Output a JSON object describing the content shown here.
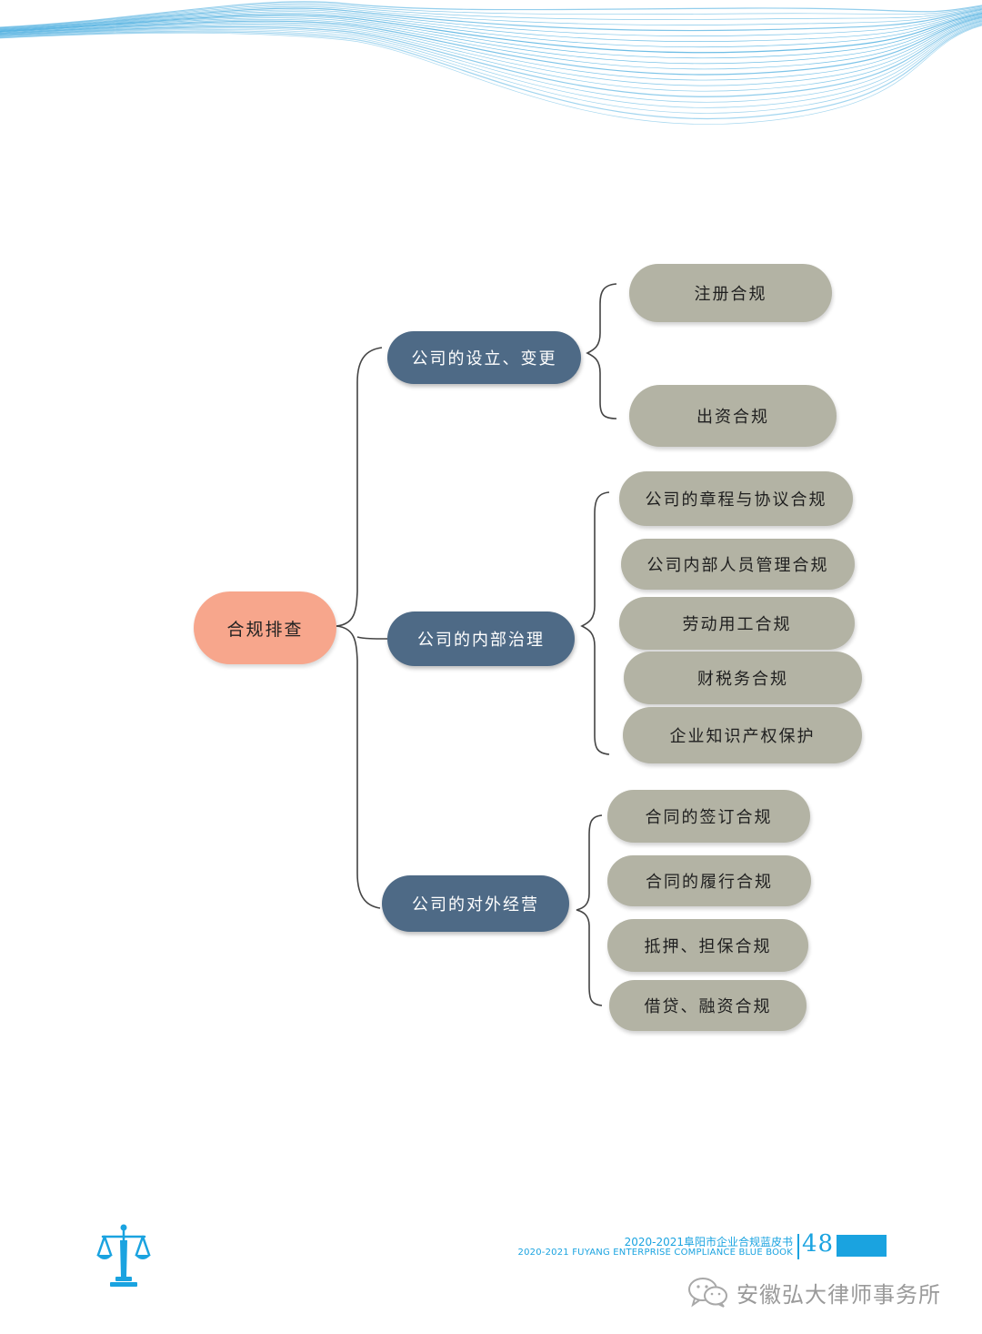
{
  "colors": {
    "root": "#f7a68c",
    "branch": "#4e6a86",
    "leaf": "#b3b3a4",
    "connector": "#444444",
    "accent": "#1aa3e0",
    "wave": "#3aa6dc"
  },
  "diagram": {
    "root": {
      "label": "合规排查"
    },
    "branches": [
      {
        "label": "公司的设立、变更",
        "children": [
          {
            "label": "注册合规"
          },
          {
            "label": "出资合规"
          }
        ]
      },
      {
        "label": "公司的内部治理",
        "children": [
          {
            "label": "公司的章程与协议合规"
          },
          {
            "label": "公司内部人员管理合规"
          },
          {
            "label": "劳动用工合规"
          },
          {
            "label": "财税务合规"
          },
          {
            "label": "企业知识产权保护"
          }
        ]
      },
      {
        "label": "公司的对外经营",
        "children": [
          {
            "label": "合同的签订合规"
          },
          {
            "label": "合同的履行合规"
          },
          {
            "label": "抵押、担保合规"
          },
          {
            "label": "借贷、融资合规"
          }
        ]
      }
    ]
  },
  "footer": {
    "title_cn": "2020-2021阜阳市企业合规蓝皮书",
    "title_en": "2020-2021 FUYANG ENTERPRISE COMPLIANCE BLUE BOOK",
    "page_number": "48",
    "icon": "scales-of-justice-icon"
  },
  "watermark": {
    "icon": "wechat-icon",
    "text": "安徽弘大律师事务所"
  }
}
